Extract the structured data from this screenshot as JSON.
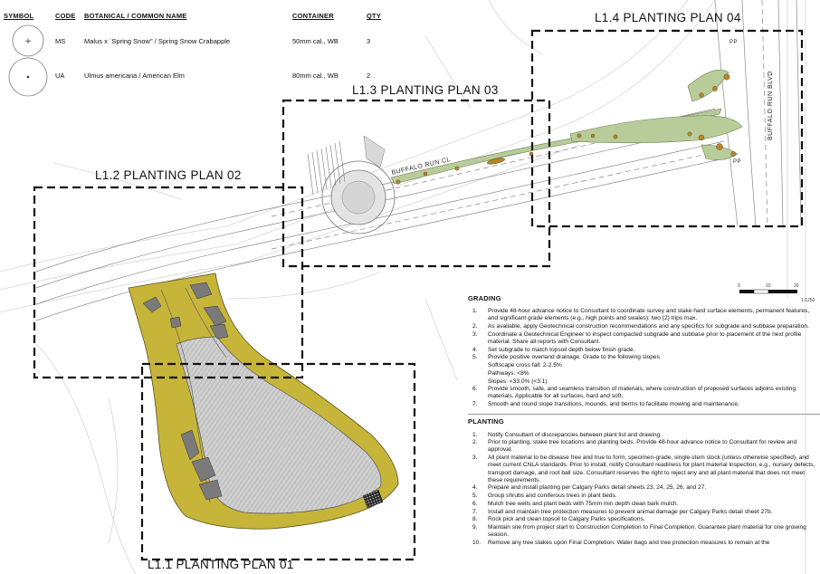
{
  "legend": {
    "headers": {
      "symbol": "SYMBOL",
      "code": "CODE",
      "name": "BOTANICAL / COMMON NAME",
      "container": "CONTAINER",
      "qty": "QTY"
    },
    "rows": [
      {
        "code": "MS",
        "name": "Malus x `Spring Snow\" / Spring Snow Crabapple",
        "container": "50mm cal., WB",
        "qty": "3"
      },
      {
        "code": "UA",
        "name": "Ulmus americana / American Elm",
        "container": "80mm cal., WB",
        "qty": "2"
      }
    ]
  },
  "plans": {
    "p01": "L1.1 PLANTING PLAN 01",
    "p02": "L1.2 PLANTING PLAN 02",
    "p03": "L1.3 PLANTING PLAN 03",
    "p04": "L1.4 PLANTING PLAN 04"
  },
  "streets": {
    "cl": "BUFFALO RUN CL",
    "blvd": "BUFFALO RUN BLVD",
    "pp1": "PP",
    "pp2": "PP"
  },
  "scale": {
    "zero": "0",
    "ten": "10",
    "twenty": "20",
    "ratio": "1:1250"
  },
  "colors": {
    "planting_bed": "#c7b53a",
    "paving": "#cfcfcf",
    "median": "#b8cc9a",
    "tree": "#b8862a"
  },
  "grading": {
    "title": "GRADING",
    "items": [
      {
        "n": "1.",
        "text": "Provide 48-hour advance notice to Consultant to coordinate survey and stake hard surface elements, permanent features, and significant grade elements (e.g., high points and swales); two (2) trips max."
      },
      {
        "n": "2.",
        "text": "As available, apply Geotechnical construction recommendations and any specifics for subgrade and subbase preparation."
      },
      {
        "n": "3.",
        "text": "Coordinate a Geotechnical Engineer to inspect compacted subgrade and subbase prior to placement of the next profile material. Share all reports with Consultant."
      },
      {
        "n": "4.",
        "text": "Set subgrade to match topsoil depth below finish grade."
      },
      {
        "n": "5.",
        "text": "Provide positive overland drainage. Grade to the following slopes"
      },
      {
        "n": "",
        "text": "Softscape cross fall: 2-2.5%"
      },
      {
        "n": "",
        "text": "Pathways: <8%"
      },
      {
        "n": "",
        "text": "Slopes: <33.0% (<3:1)"
      },
      {
        "n": "6.",
        "text": "Provide smooth, safe, and seamless transition of materials, where construction of proposed surfaces adjoins existing materials. Applicable for all surfaces, hard and soft."
      },
      {
        "n": "7.",
        "text": "Smooth and round slope transitions, mounds, and berms to facilitate mowing and maintenance."
      }
    ]
  },
  "planting": {
    "title": "PLANTING",
    "items": [
      {
        "n": "1.",
        "text": "Notify Consultant of discrepancies between plant list and drawing."
      },
      {
        "n": "2.",
        "text": "Prior to planting, stake tree locations and planting beds. Provide 48-hour advance notice to Consultant for review and approval."
      },
      {
        "n": "3.",
        "text": "All plant material to be disease free and true to form, specimen-grade, single-stem stock (unless otherwise specified), and meet current CNLA standards. Prior to install, notify Consultant readiness for plant material inspection, e.g., nursery defects, transport damage, and root ball size. Consultant reserves the right to reject any and all plant material that does not meet these requirements."
      },
      {
        "n": "4.",
        "text": "Prepare and install planting per Calgary Parks detail sheets 23, 24, 25, 26, and 27."
      },
      {
        "n": "5.",
        "text": "Group shrubs and coniferous trees in plant beds."
      },
      {
        "n": "6.",
        "text": "Mulch tree wells and plant beds with 75mm min depth clean bark mulch."
      },
      {
        "n": "7.",
        "text": "Install and maintain tree protection measures to prevent animal damage per Calgary Parks detail sheet 27b."
      },
      {
        "n": "8.",
        "text": "Rock pick and clean topsoil to Calgary Parks specifications."
      },
      {
        "n": "9.",
        "text": "Maintain site from project start to Construction Completion to Final Completion. Guarantee plant material for one growing season."
      },
      {
        "n": "10.",
        "text": "Remove any tree stakes upon Final Completion. Water bags and tree protection measures to remain at the"
      }
    ]
  }
}
